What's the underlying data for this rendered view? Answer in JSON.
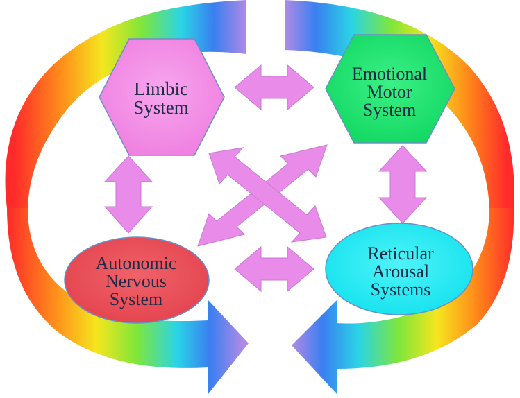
{
  "nodes": {
    "limbic": {
      "lines": [
        "Limbic",
        "System"
      ],
      "color": "#f48ee6"
    },
    "emotional": {
      "lines": [
        "Emotional",
        "Motor",
        "System"
      ],
      "color": "#22e573"
    },
    "autonomic": {
      "lines": [
        "Autonomic",
        "Nervous",
        "System"
      ],
      "color": "#ec4f57"
    },
    "reticular": {
      "lines": [
        "Reticular",
        "Arousal",
        "Systems"
      ],
      "color": "#27ecf5"
    }
  },
  "colors": {
    "arrow": "#e98be8",
    "arrow_stroke": "#c57ad4",
    "shape_stroke": "#6a8fc8",
    "rainbow": [
      "#ff2a2a",
      "#ff8c1a",
      "#f5e61e",
      "#8ee63a",
      "#2ad4e6",
      "#3a7ff0",
      "#9a7ae6"
    ]
  }
}
